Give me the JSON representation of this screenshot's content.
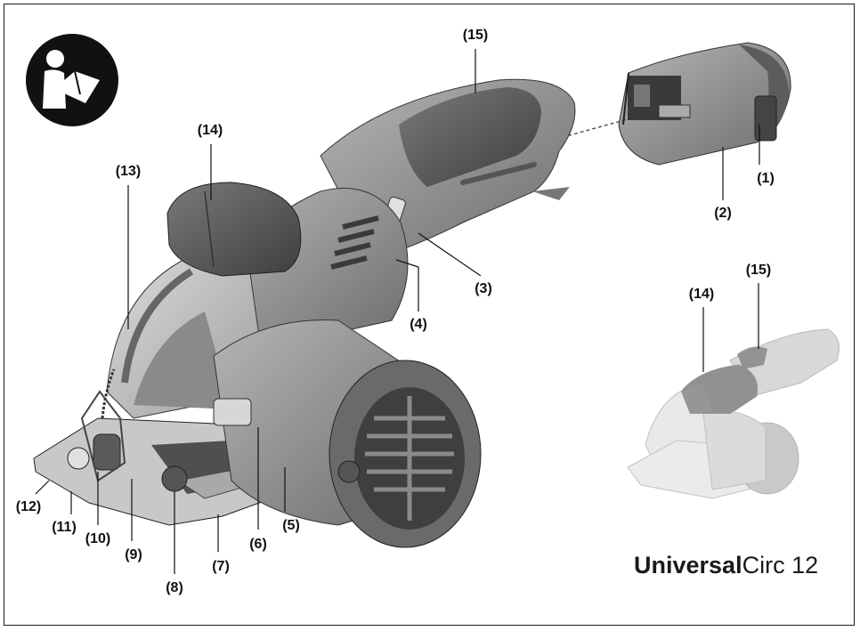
{
  "callouts": {
    "c1": "(1)",
    "c2": "(2)",
    "c3": "(3)",
    "c4": "(4)",
    "c5": "(5)",
    "c6": "(6)",
    "c7": "(7)",
    "c8": "(8)",
    "c9": "(9)",
    "c10": "(10)",
    "c11": "(11)",
    "c12": "(12)",
    "c13": "(13)",
    "c14": "(14)",
    "c15": "(15)"
  },
  "thumbnail_callouts": {
    "c14": "(14)",
    "c15": "(15)"
  },
  "product_name": {
    "brand": "Universal",
    "model": "Circ 12"
  },
  "icons": {
    "manual": "read-manual-icon"
  },
  "colors": {
    "body_grey": "#8c8c8c",
    "dark_grey": "#5a5a5a",
    "light_grey": "#c9c9c9",
    "line": "#111111"
  }
}
